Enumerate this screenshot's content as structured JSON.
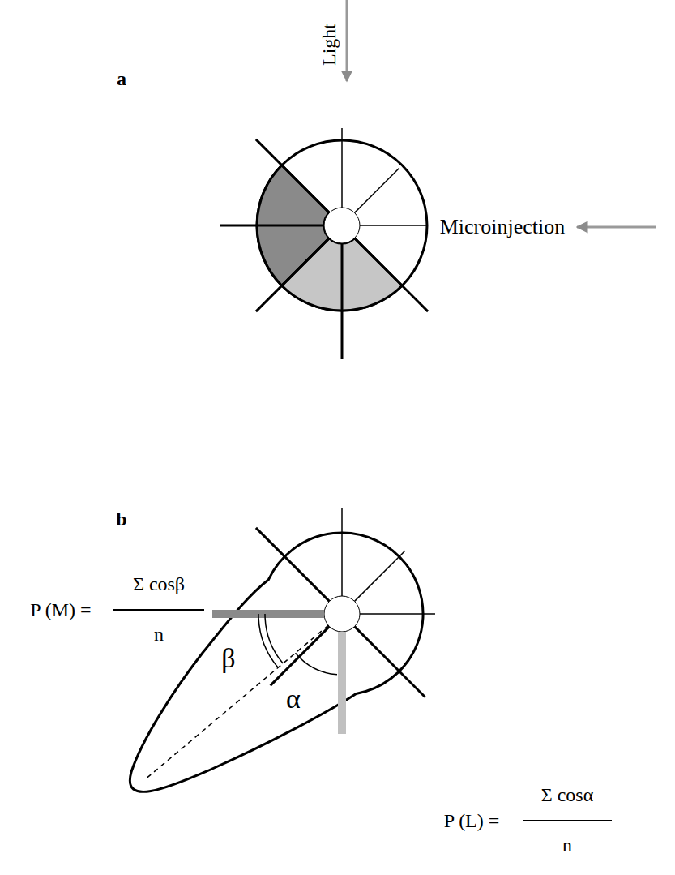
{
  "diagram": {
    "labels": [
      "Light",
      "a",
      "Microinjection",
      "b",
      "P (M) =",
      "Σ cosβ",
      "n",
      "β",
      "α",
      "P (L) =",
      "Σ cosα",
      "n"
    ]
  }
}
